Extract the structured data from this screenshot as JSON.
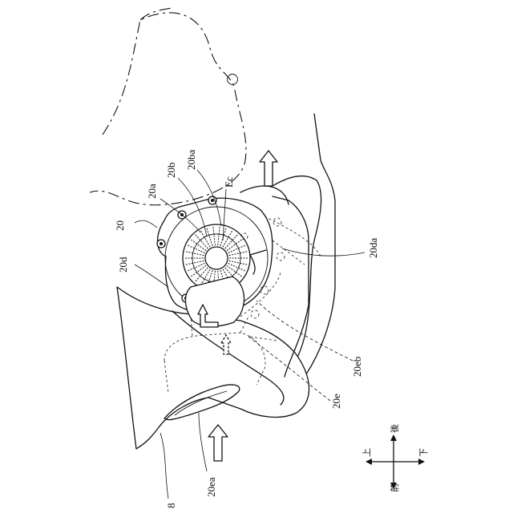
{
  "labels": {
    "l20": "20",
    "l20a": "20a",
    "l20b": "20b",
    "l20ba": "20ba",
    "lEc": "Ec",
    "l20d": "20d",
    "l20da": "20da",
    "l20eb": "20eb",
    "l20e": "20e",
    "l20ea": "20ea",
    "l8": "8"
  },
  "compass": {
    "up": "上",
    "down": "下",
    "front": "前",
    "rear": "後"
  }
}
